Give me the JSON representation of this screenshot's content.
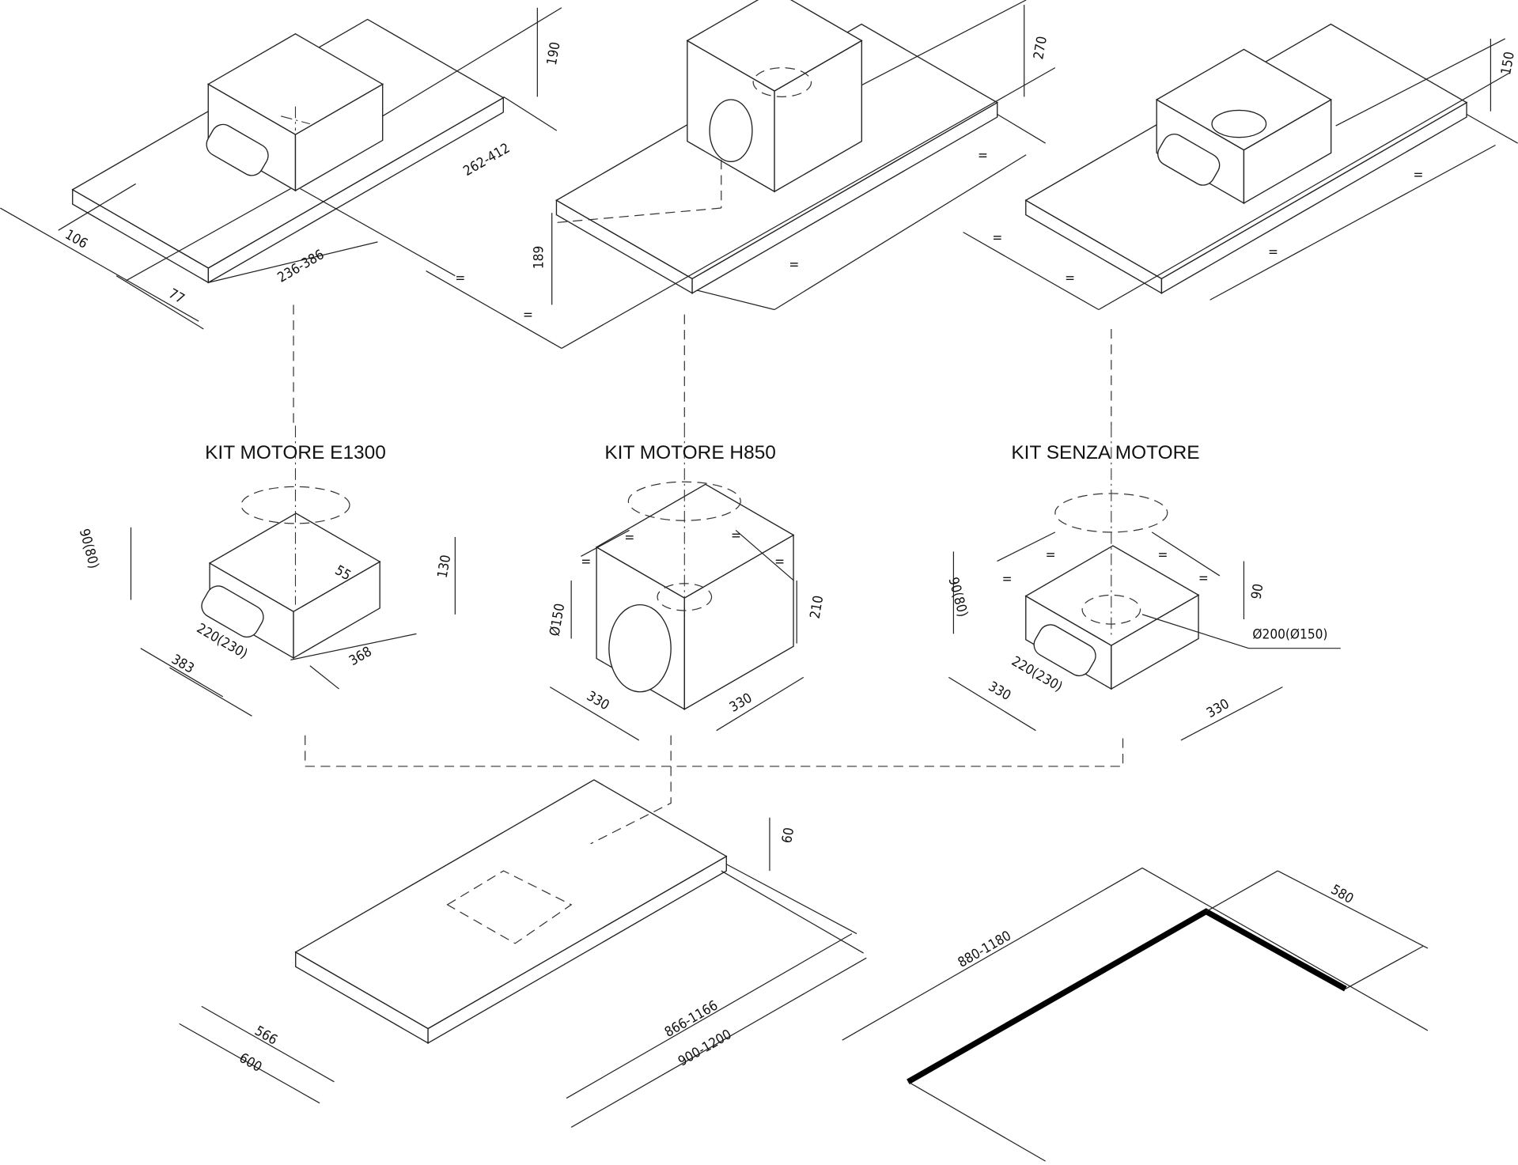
{
  "titles": {
    "kit_e1300": "KIT MOTORE E1300",
    "kit_h850": "KIT MOTORE H850",
    "kit_senza": "KIT SENZA MOTORE"
  },
  "equal_mark": "=",
  "top_left": {
    "d190": "190",
    "d262_412": "262-412",
    "d106": "106",
    "d236_386": "236-386",
    "d77": "77"
  },
  "top_middle": {
    "d270": "270",
    "d189": "189"
  },
  "top_right": {
    "d150": "150"
  },
  "kit_e1300": {
    "d90_80": "90(80)",
    "d55": "55",
    "d130": "130",
    "d220_230": "220(230)",
    "d383": "383",
    "d368": "368"
  },
  "kit_h850": {
    "d150": "Ø150",
    "d210": "210",
    "d330a": "330",
    "d330b": "330"
  },
  "kit_senza": {
    "d90_80": "90(80)",
    "d90": "90",
    "d200_150": "Ø200(Ø150)",
    "d220_230": "220(230)",
    "d330a": "330",
    "d330b": "330"
  },
  "bottom_hood": {
    "d60": "60",
    "d566": "566",
    "d600": "600",
    "d866_1166": "866-1166",
    "d900_1200": "900-1200"
  },
  "cutout": {
    "d880_1180": "880-1180",
    "d580": "580"
  }
}
